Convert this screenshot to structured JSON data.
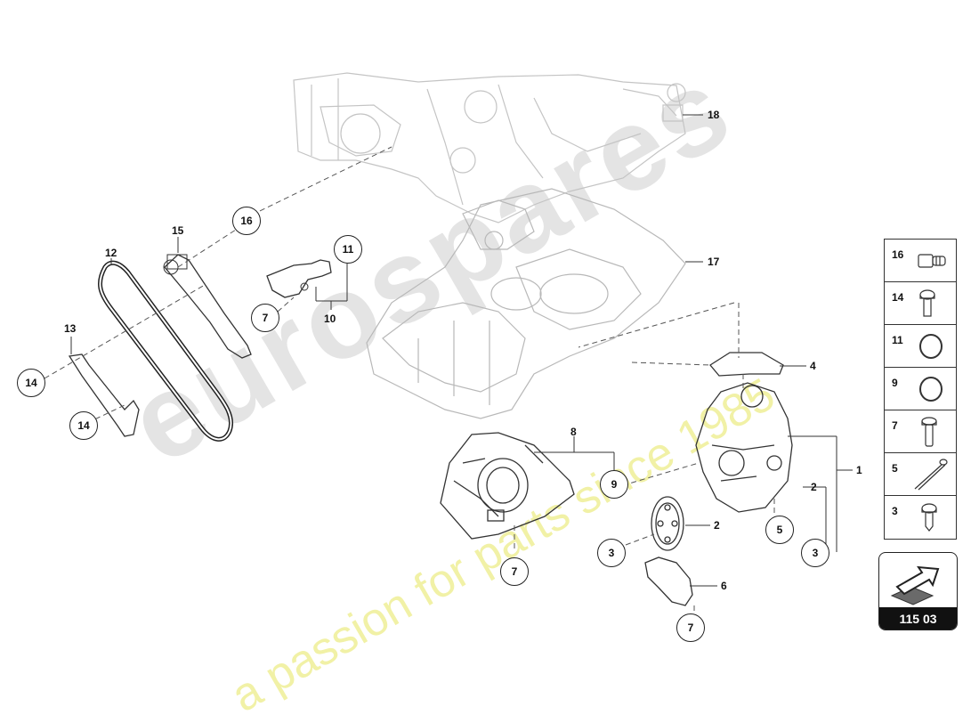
{
  "watermark": {
    "brand": "eurospares",
    "tagline": "a passion for parts since 1985"
  },
  "callouts": {
    "c16": "16",
    "c15": "15",
    "c12": "12",
    "c11": "11",
    "c10": "10",
    "c7a": "7",
    "c13": "13",
    "c14a": "14",
    "c14b": "14",
    "c18": "18",
    "c17": "17",
    "c4": "4",
    "c8": "8",
    "c9": "9",
    "c1": "1",
    "c2a": "2",
    "c5": "5",
    "c2b": "2",
    "c3a": "3",
    "c3b": "3",
    "c6": "6",
    "c7b": "7",
    "c7c": "7"
  },
  "legend": [
    {
      "number": "16",
      "icon": "plug-bolt-icon"
    },
    {
      "number": "14",
      "icon": "torx-bolt-icon"
    },
    {
      "number": "11",
      "icon": "o-ring-icon"
    },
    {
      "number": "9",
      "icon": "o-ring-icon"
    },
    {
      "number": "7",
      "icon": "flange-bolt-icon"
    },
    {
      "number": "5",
      "icon": "long-bolt-icon"
    },
    {
      "number": "3",
      "icon": "torx-bolt-icon"
    }
  ],
  "page_ref": {
    "number": "115 03",
    "icon": "page-arrow-icon"
  }
}
